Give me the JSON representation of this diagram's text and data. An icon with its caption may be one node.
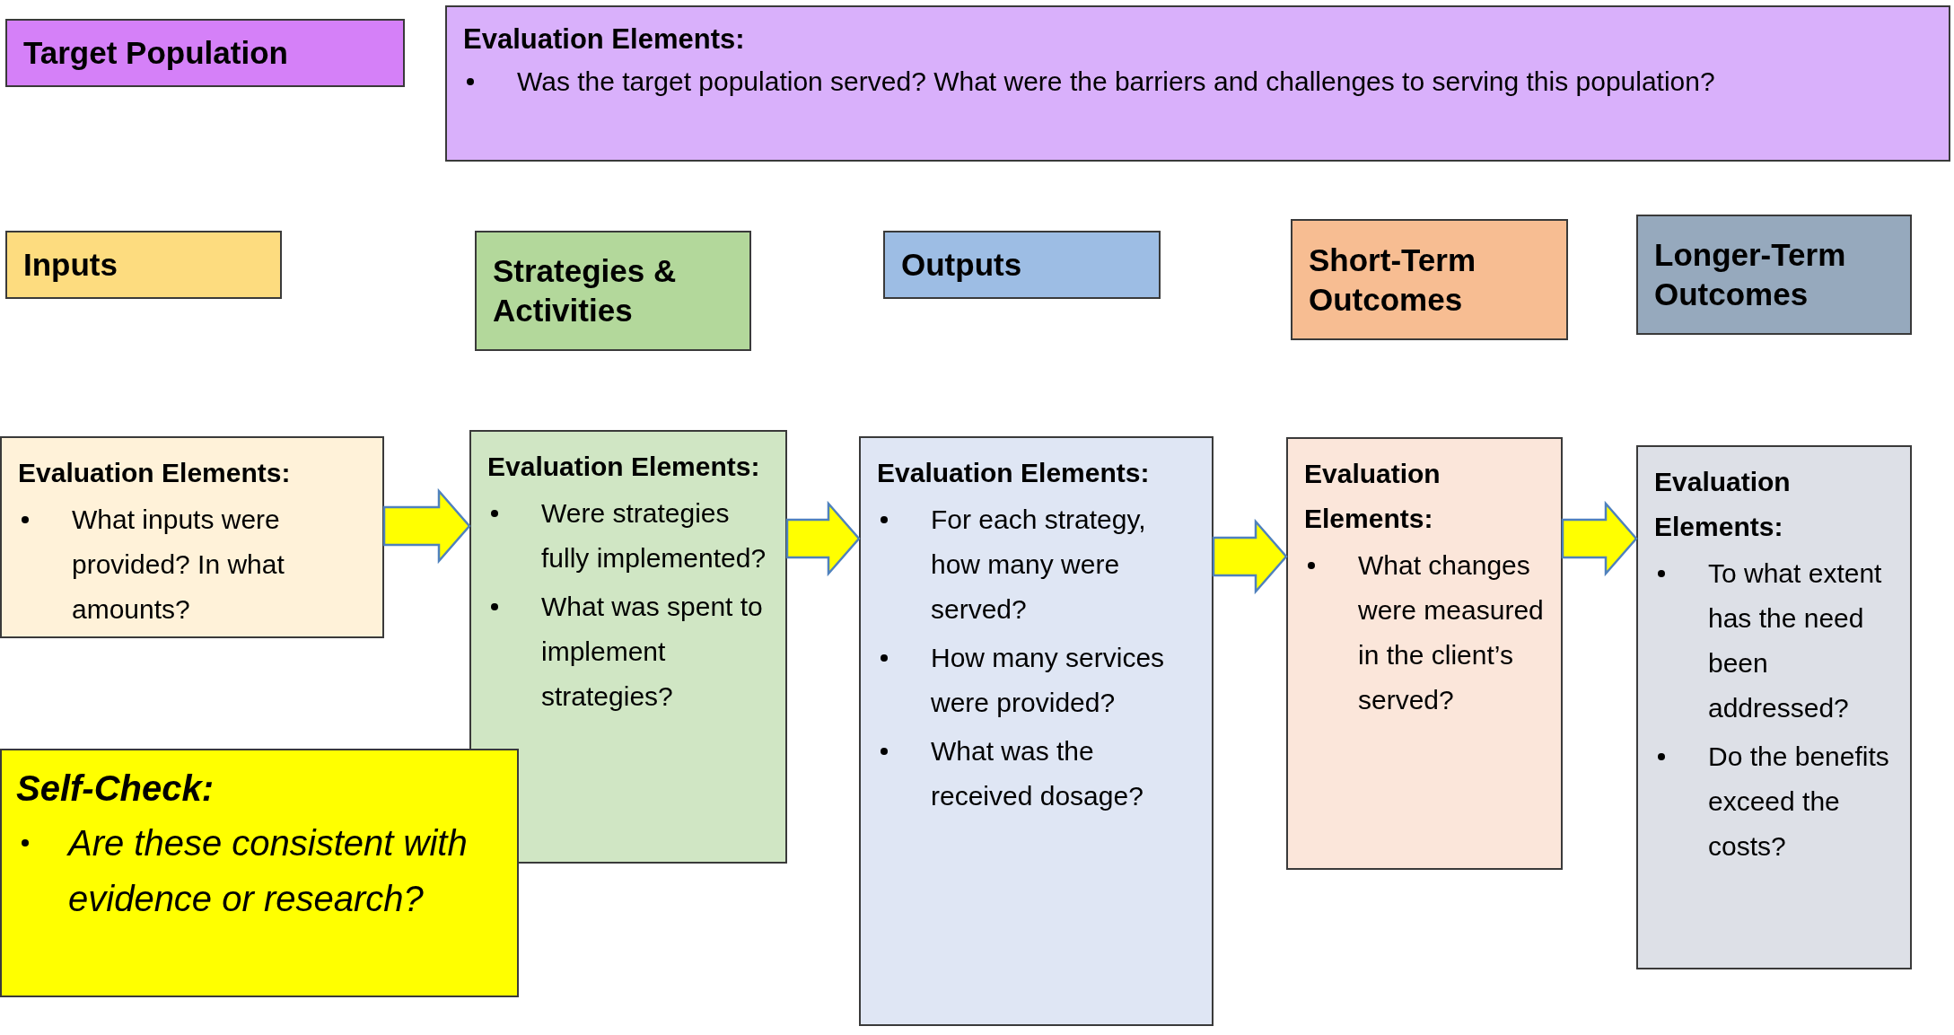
{
  "diagram": {
    "nodes": [
      {
        "text": [
          "Target Population"
        ]
      },
      {
        "text": [
          "Evaluation Elements:",
          "Was the target population served?  What were the barriers and challenges to serving this population?"
        ]
      },
      {
        "text": [
          "Inputs"
        ]
      },
      {
        "text": [
          "Strategies & Activities"
        ]
      },
      {
        "text": [
          "Outputs"
        ]
      },
      {
        "text": [
          "Short-Term Outcomes"
        ]
      },
      {
        "text": [
          "Longer-Term Outcomes"
        ]
      },
      {
        "text": [
          "Evaluation Elements:",
          "What inputs were provided?  In what amounts?"
        ]
      },
      {
        "text": [
          "Evaluation Elements:",
          "Were strategies fully implemented?",
          "What was spent to implement strategies?"
        ]
      },
      {
        "text": [
          "Evaluation Elements:",
          "For each strategy, how many were served?",
          "How many services were provided?",
          "What was the received dosage?"
        ]
      },
      {
        "text": [
          "Evaluation Elements:",
          "What changes were measured in the client’s served?"
        ]
      },
      {
        "text": [
          "Evaluation Elements:",
          "To what extent has the need been addressed?",
          "Do the benefits exceed the costs?"
        ]
      },
      {
        "text": [
          "Self-Check:",
          "Are these consistent with evidence or research?"
        ]
      }
    ],
    "edges": [
      {
        "from": 7,
        "to": 8,
        "arrow": "to",
        "style": "thick"
      },
      {
        "from": 8,
        "to": 9,
        "arrow": "to",
        "style": "thick"
      },
      {
        "from": 9,
        "to": 10,
        "arrow": "to",
        "style": "thick"
      },
      {
        "from": 10,
        "to": 11,
        "arrow": "to",
        "style": "thick"
      }
    ]
  }
}
